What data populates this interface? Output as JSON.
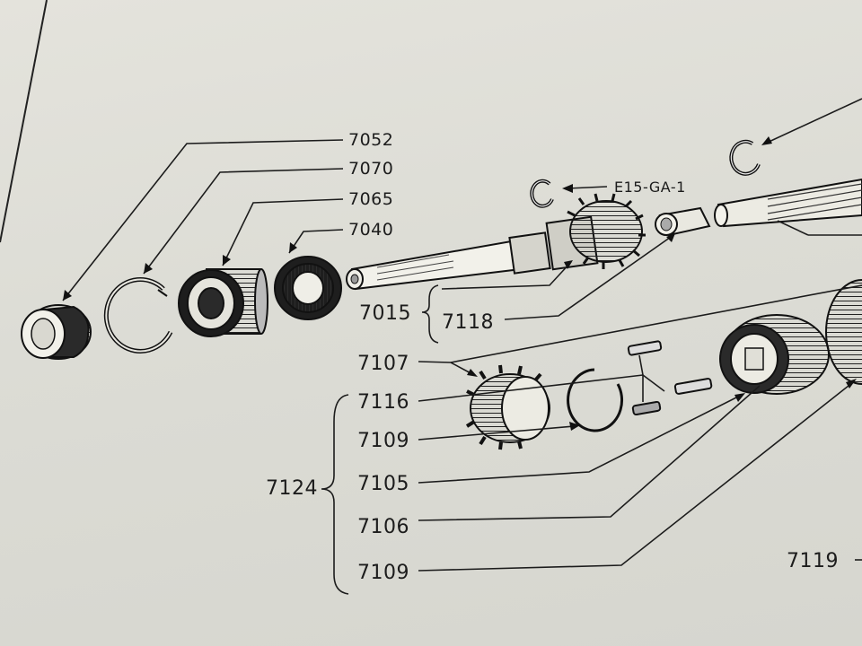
{
  "callouts": {
    "p7052": "7052",
    "p7070": "7070",
    "p7065": "7065",
    "p7040": "7040",
    "pE15": "E15-GA-1",
    "p7015": "7015",
    "p7118": "7118",
    "p7107": "7107",
    "p7116": "7116",
    "p7109a": "7109",
    "p7124": "7124",
    "p7105": "7105",
    "p7106": "7106",
    "p7109b": "7109",
    "p7119": "7119"
  }
}
